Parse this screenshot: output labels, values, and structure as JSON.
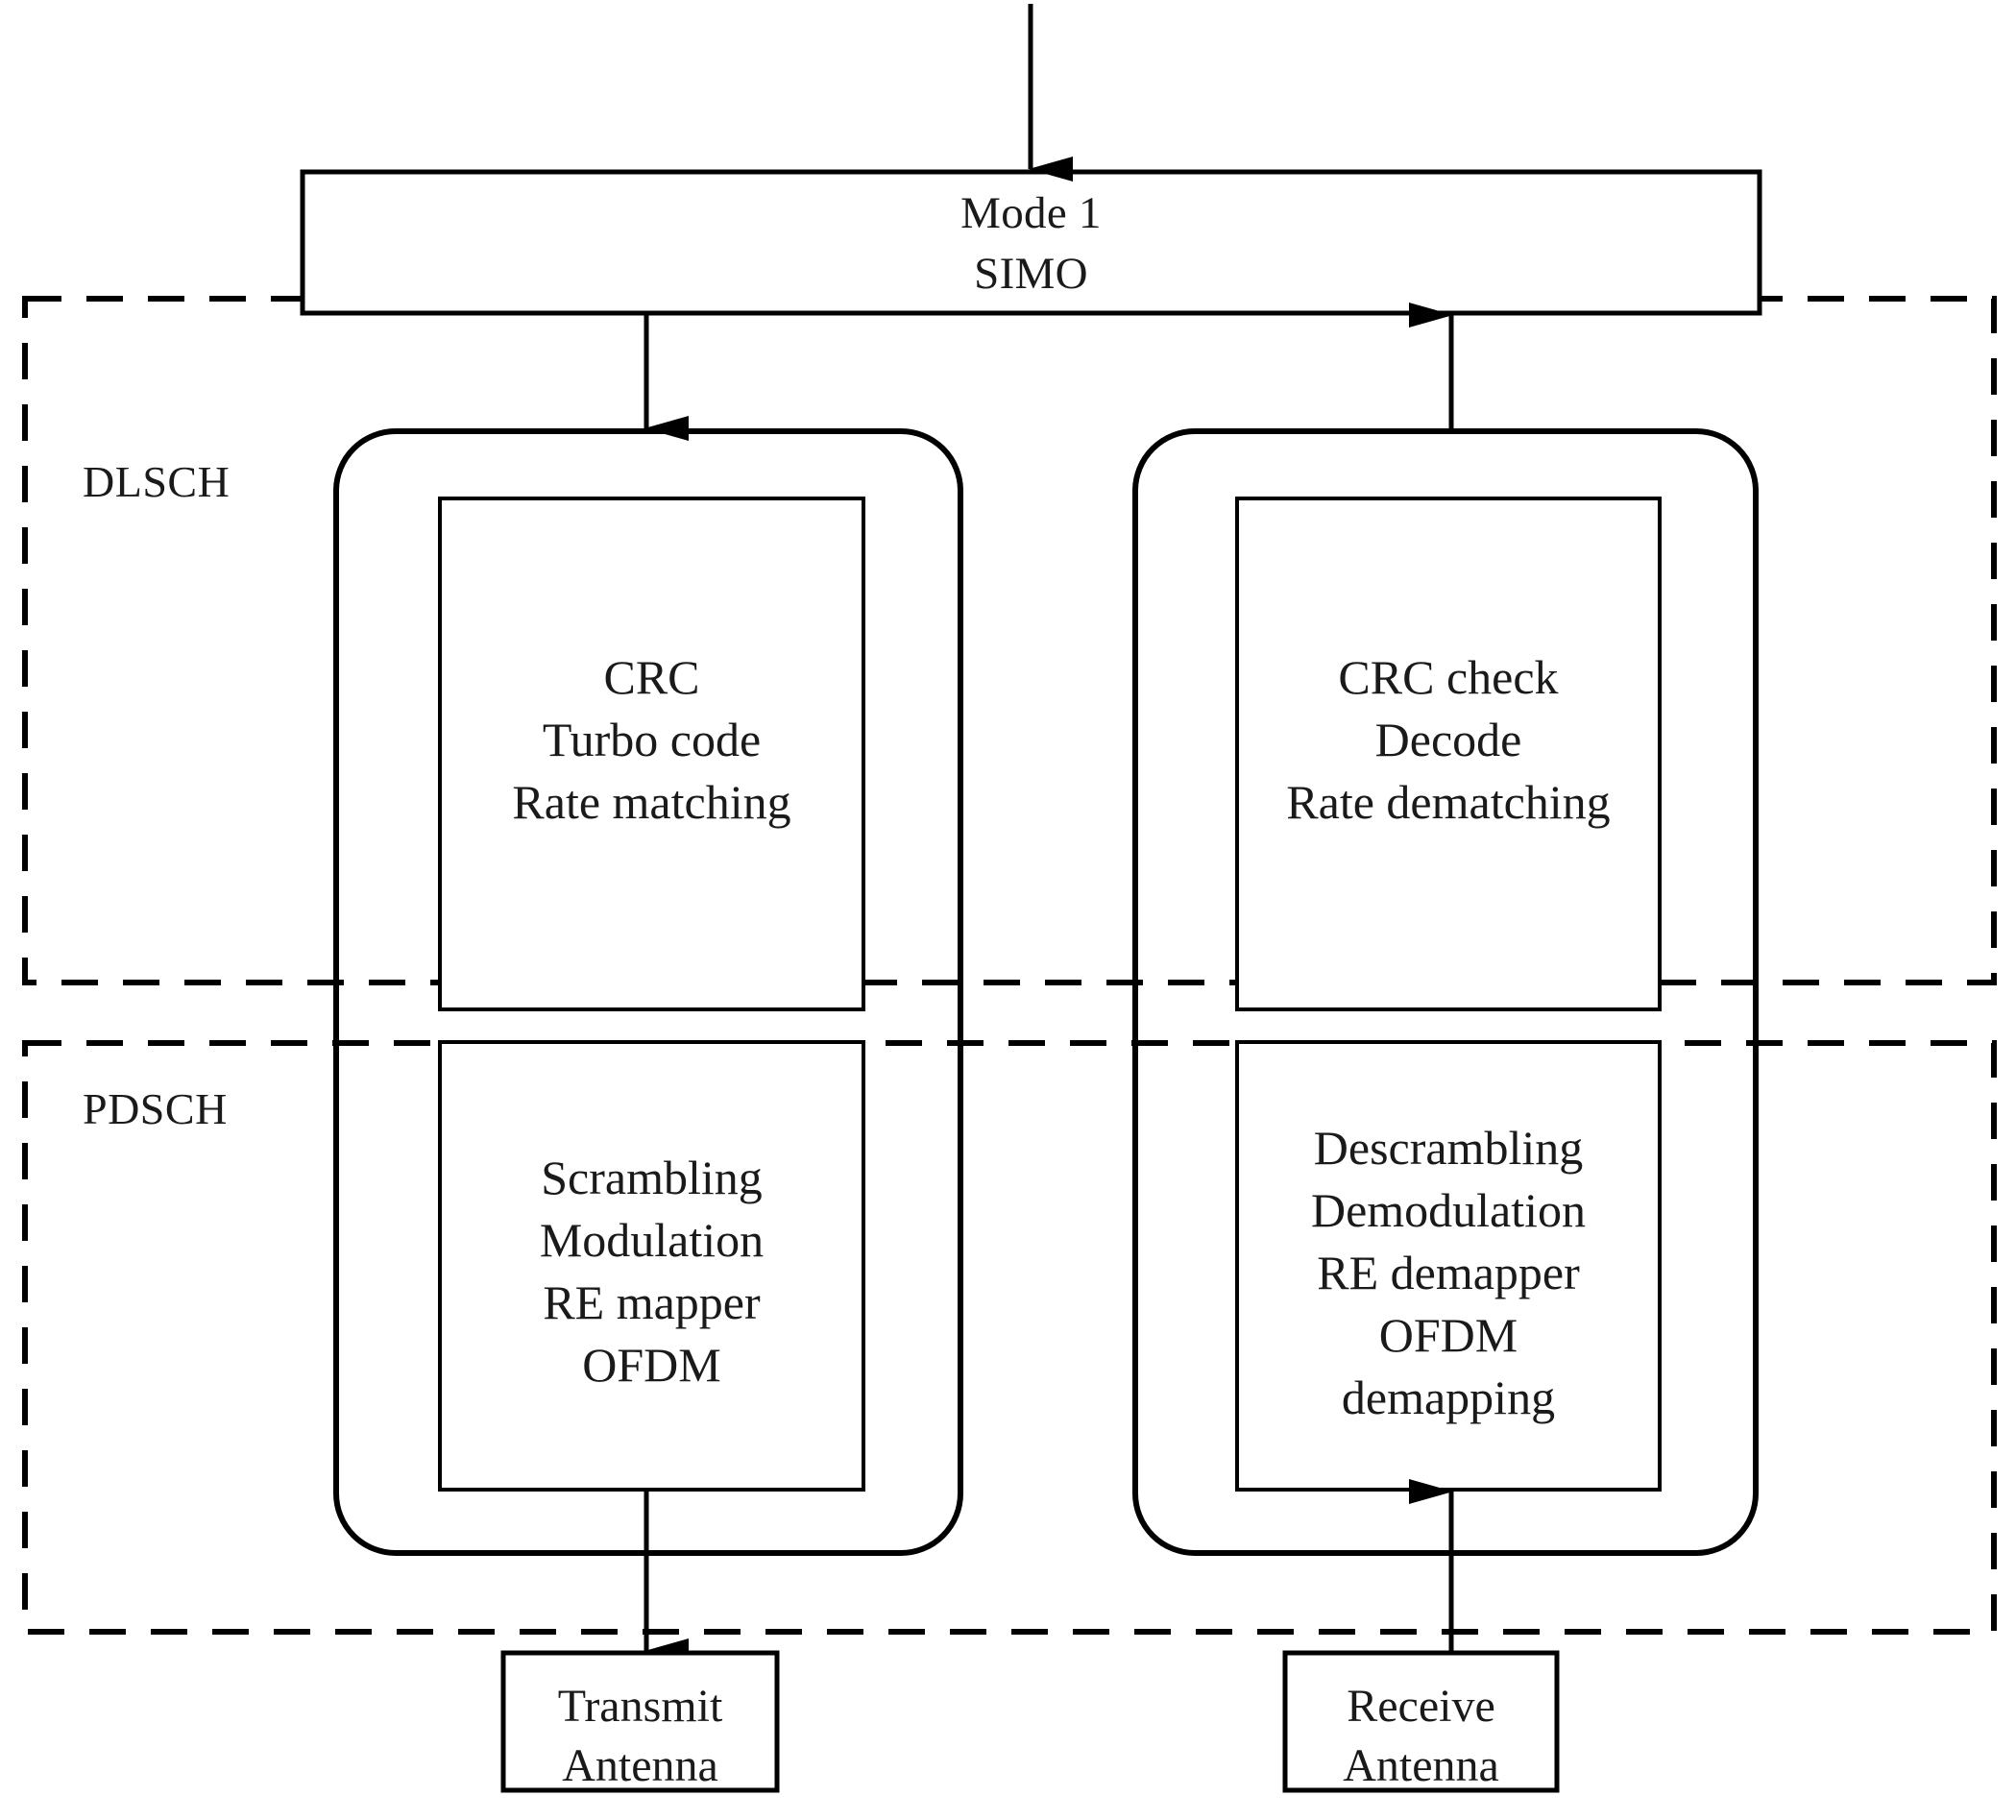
{
  "diagram": {
    "title_block": {
      "line1": "Mode 1",
      "line2": "SIMO"
    },
    "sections": [
      {
        "id": "dlsch",
        "label": "DLSCH"
      },
      {
        "id": "pdsch",
        "label": "PDSCH"
      }
    ],
    "transmit_chain": {
      "dlsch_block": "CRC\nTurbo code\nRate matching",
      "pdsch_block": "Scrambling\nModulation\nRE mapper\nOFDM",
      "endpoint": "Transmit\nAntenna"
    },
    "receive_chain": {
      "dlsch_block": "CRC check\nDecode\nRate dematching",
      "pdsch_block": "Descrambling\nDemodulation\nRE demapper\nOFDM\ndemapping",
      "endpoint": "Receive\nAntenna"
    },
    "colors": {
      "stroke": "#000000",
      "text": "#1a1a1a",
      "background": "#ffffff"
    }
  }
}
